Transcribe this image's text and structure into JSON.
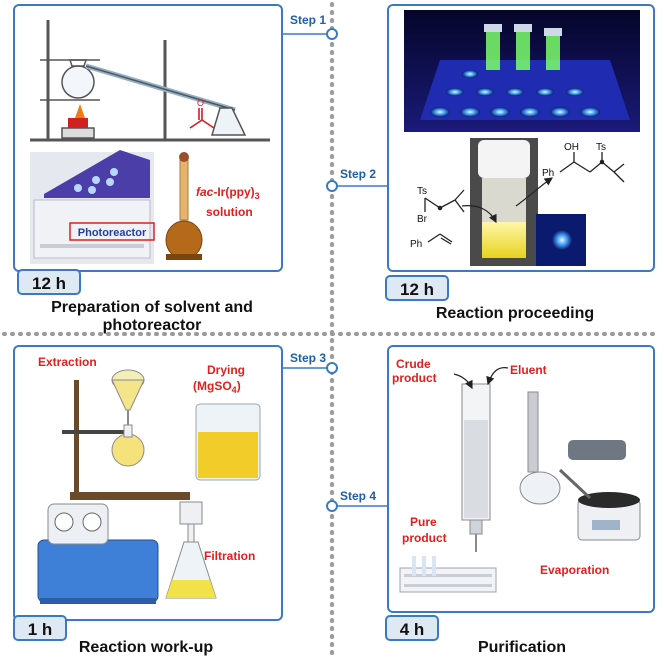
{
  "steps": [
    {
      "label": "Step 1",
      "time": "12 h",
      "caption_line1": "Preparation of solvent and",
      "caption_line2": "photoreactor"
    },
    {
      "label": "Step 2",
      "time": "12 h",
      "caption_line1": "Reaction proceeding",
      "caption_line2": ""
    },
    {
      "label": "Step 3",
      "time": "1 h",
      "caption_line1": "Reaction work-up",
      "caption_line2": ""
    },
    {
      "label": "Step 4",
      "time": "4 h",
      "caption_line1": "Purification",
      "caption_line2": ""
    }
  ],
  "panel1": {
    "photoreactor_label": "Photoreactor",
    "catalyst_prefix": "fac",
    "catalyst_rest": "-Ir(ppy)",
    "catalyst_sub": "3",
    "catalyst_line2": "solution"
  },
  "panel2": {
    "reagent_ts": "Ts",
    "reagent_br": "Br",
    "reagent_ph": "Ph",
    "product_oh": "OH",
    "product_ts": "Ts",
    "product_ph": "Ph"
  },
  "panel3": {
    "extraction": "Extraction",
    "drying_line1": "Drying",
    "drying_line2": "(MgSO",
    "drying_sub": "4",
    "drying_close": ")",
    "filtration": "Filtration"
  },
  "panel4": {
    "crude_line1": "Crude",
    "crude_line2": "product",
    "eluent": "Eluent",
    "pure_line1": "Pure",
    "pure_line2": "product",
    "evaporation": "Evaporation"
  },
  "colors": {
    "panel_border": "#3a7bbf",
    "time_badge_border": "#3a7bbf",
    "time_badge_fill": "#dfe9f4",
    "step_label": "#1f5fa8",
    "red_label": "#e0201b",
    "divider": "#9a9a9a"
  }
}
